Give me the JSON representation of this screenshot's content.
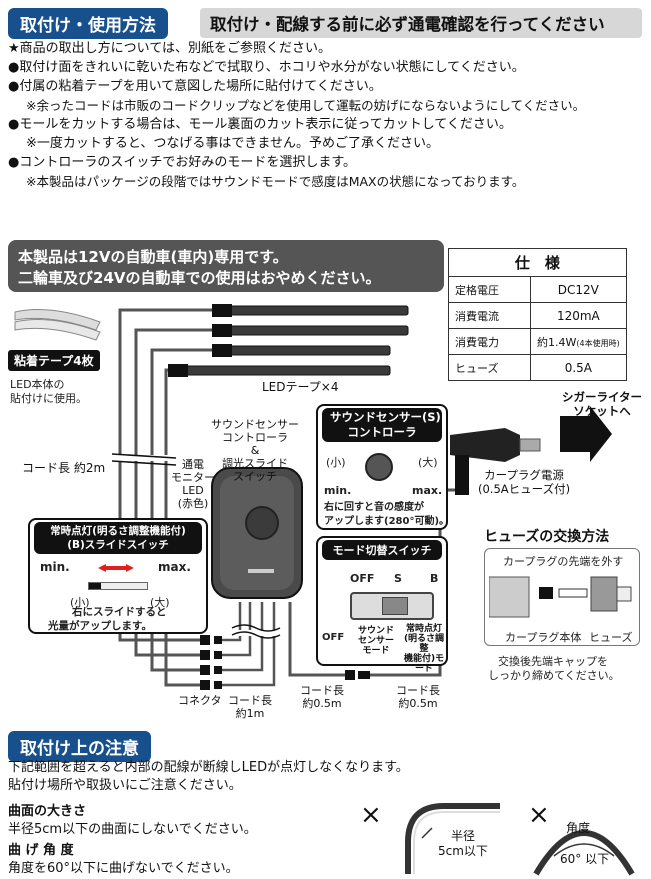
{
  "install_section": {
    "title": "取付け・使用方法",
    "banner": "取付け・配線する前に必ず通電確認を行ってください",
    "lines": [
      "★商品の取出し方については、別紙をご参照ください。",
      "●取付け面をきれいに乾いた布などで拭取り、ホコリや水分がない状態にしてください。",
      "●付属の粘着テープを用いて意図した場所に貼付けてください。",
      "※余ったコードは市販のコードクリップなどを使用して運転の妨げにならないようにしてください。",
      "●モールをカットする場合は、モール裏面のカット表示に従ってカットしてください。",
      "※一度カットすると、つなげる事はできません。予めご了承ください。",
      "●コントローラのスイッチでお好みのモードを選択します。",
      "※本製品はパッケージの段階ではサウンドモードで感度はMAXの状態になっております。"
    ]
  },
  "diagram": {
    "warning_lines": [
      "本製品は12Vの自動車(車内)専用です。",
      "二輪車及び24Vの自動車での使用はおやめください。"
    ],
    "adhesive_tape_label": "粘着テープ4枚",
    "adhesive_tape_note": [
      "LED本体の",
      "貼付けに使用。"
    ],
    "led_tape_label": "LEDテープ×4",
    "cord_length_2m": "コード長 約2m",
    "sound_controller_label": [
      "サウンドセンサー",
      "コントローラ",
      "&",
      "調光スライド",
      "スイッチ"
    ],
    "monitor_led_label": [
      "通電",
      "モニター",
      "LED",
      "(赤色)"
    ],
    "sound_sensor_box": {
      "title": [
        "サウンドセンサー(S)",
        "コントローラ"
      ],
      "small": "(小)",
      "large": "(大)",
      "min": "min.",
      "max": "max.",
      "note": [
        "右に回すと音の感度が",
        "アップします(280°可動)。"
      ]
    },
    "slide_box": {
      "title": [
        "常時点灯(明るさ調整機能付)",
        "(B)スライドスイッチ"
      ],
      "min": "min.",
      "max": "max.",
      "small": "(小)",
      "large": "(大)",
      "note": [
        "右にスライドすると",
        "光量がアップします。"
      ]
    },
    "mode_box": {
      "title": "モード切替スイッチ",
      "off": "OFF",
      "s": "S",
      "b": "B",
      "bottom_off": "OFF",
      "sound_mode": [
        "サウンド",
        "センサー",
        "モード"
      ],
      "always_on_mode": [
        "常時点灯",
        "(明るさ調整",
        "機能付)モード"
      ]
    },
    "cigar_label": [
      "シガーライター",
      "ソケットへ"
    ],
    "car_plug_label": [
      "カープラグ電源",
      "(0.5Aヒューズ付)"
    ],
    "connector_label": "コネクタ",
    "cord_length_1m": [
      "コード長",
      "約1m"
    ],
    "cord_length_05_a": [
      "コード長",
      "約0.5m"
    ],
    "cord_length_05_b": [
      "コード長",
      "約0.5m"
    ]
  },
  "spec": {
    "title": "仕　様",
    "rows": [
      {
        "key": "定格電圧",
        "value": "DC12V"
      },
      {
        "key": "消費電流",
        "value": "120mA"
      },
      {
        "key": "消費電力",
        "value": "約1.4W",
        "value_note": "(4本使用時)"
      },
      {
        "key": "ヒューズ",
        "value": "0.5A"
      }
    ]
  },
  "fuse": {
    "title": "ヒューズの交換方法",
    "step": "カープラグの先端を外す",
    "body_label": "カープラグ本体",
    "fuse_label": "ヒューズ",
    "note": [
      "交換後先端キャップを",
      "しっかり締めてください。"
    ]
  },
  "caution": {
    "title": "取付け上の注意",
    "lines": [
      "下記範囲を超えると内部の配線が断線しLEDが点灯しなくなります。",
      "貼付け場所や取扱いにご注意ください。"
    ],
    "curve_title": "曲面の大きさ",
    "curve_text": "半径5cm以下の曲面にしないでください。",
    "bend_title": "曲 げ 角 度",
    "bend_text": "角度を60°以下に曲げないでください。",
    "mark": "×",
    "radius_label": [
      "半径",
      "5cm以下"
    ],
    "angle_label": "角度",
    "angle_value": "60° 以下"
  },
  "colors": {
    "header_blue": "#17508c",
    "arrow_red": "#e0201e"
  }
}
